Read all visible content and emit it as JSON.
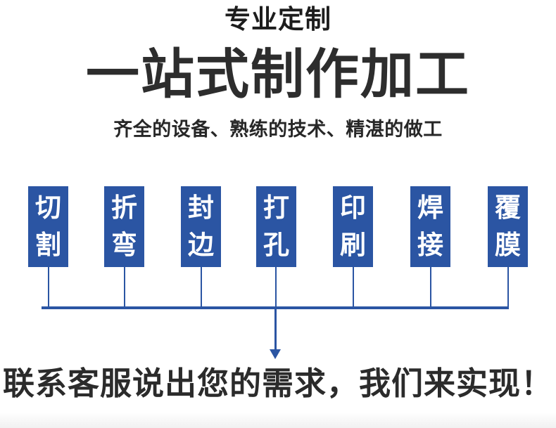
{
  "header": {
    "eyebrow": "专业定制",
    "headline": "一站式制作加工",
    "subhead": "齐全的设备、熟练的技术、精湛的做工"
  },
  "process": {
    "accent_color": "#2b55a3",
    "text_color": "#ffffff",
    "steps": [
      {
        "label": "切割",
        "char1": "切",
        "char2": "割"
      },
      {
        "label": "折弯",
        "char1": "折",
        "char2": "弯"
      },
      {
        "label": "封边",
        "char1": "封",
        "char2": "边"
      },
      {
        "label": "打孔",
        "char1": "打",
        "char2": "孔"
      },
      {
        "label": "印刷",
        "char1": "印",
        "char2": "刷"
      },
      {
        "label": "焊接",
        "char1": "焊",
        "char2": "接"
      },
      {
        "label": "覆膜",
        "char1": "覆",
        "char2": "膜"
      }
    ]
  },
  "footer": {
    "slogan": "联系客服说出您的需求，我们来实现！"
  },
  "colors": {
    "brand_blue": "#2b55a3",
    "heading_dark": "#2d2d2d",
    "background": "#ffffff"
  }
}
